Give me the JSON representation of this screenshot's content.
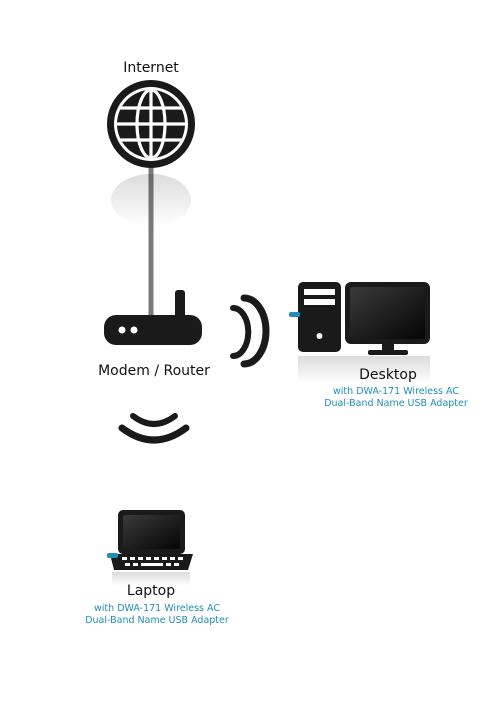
{
  "labels": {
    "internet": "Internet",
    "router": "Modem / Router",
    "desktop": "Desktop",
    "laptop": "Laptop"
  },
  "desktop_adapter": {
    "line1": "with DWA-171 Wireless AC",
    "line2": "Dual-Band Name USB Adapter"
  },
  "laptop_adapter": {
    "line1": "with DWA-171 Wireless AC",
    "line2": "Dual-Band Name USB Adapter"
  },
  "icons": [
    "globe-icon",
    "router-icon",
    "wifi-signal-icon",
    "desktop-tower-icon",
    "monitor-icon",
    "laptop-icon",
    "usb-adapter-icon"
  ],
  "colors": {
    "device": "#1a1a1a",
    "cable": "#7a7a7a",
    "adapter": "#1f8fb5",
    "caption": "#1f8fb5"
  }
}
